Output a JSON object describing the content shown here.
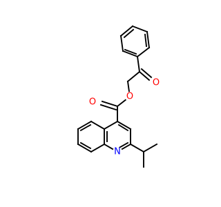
{
  "colors": {
    "background": "#ffffff",
    "bond": "#000000",
    "oxygen": "#ff0000",
    "nitrogen": "#0000ff"
  },
  "atoms": {
    "o_ketone": {
      "label": "O",
      "element": "oxygen"
    },
    "o_carbonyl": {
      "label": "O",
      "element": "oxygen"
    },
    "o_ester": {
      "label": "O",
      "element": "oxygen"
    },
    "n_ring": {
      "label": "N",
      "element": "nitrogen"
    }
  }
}
